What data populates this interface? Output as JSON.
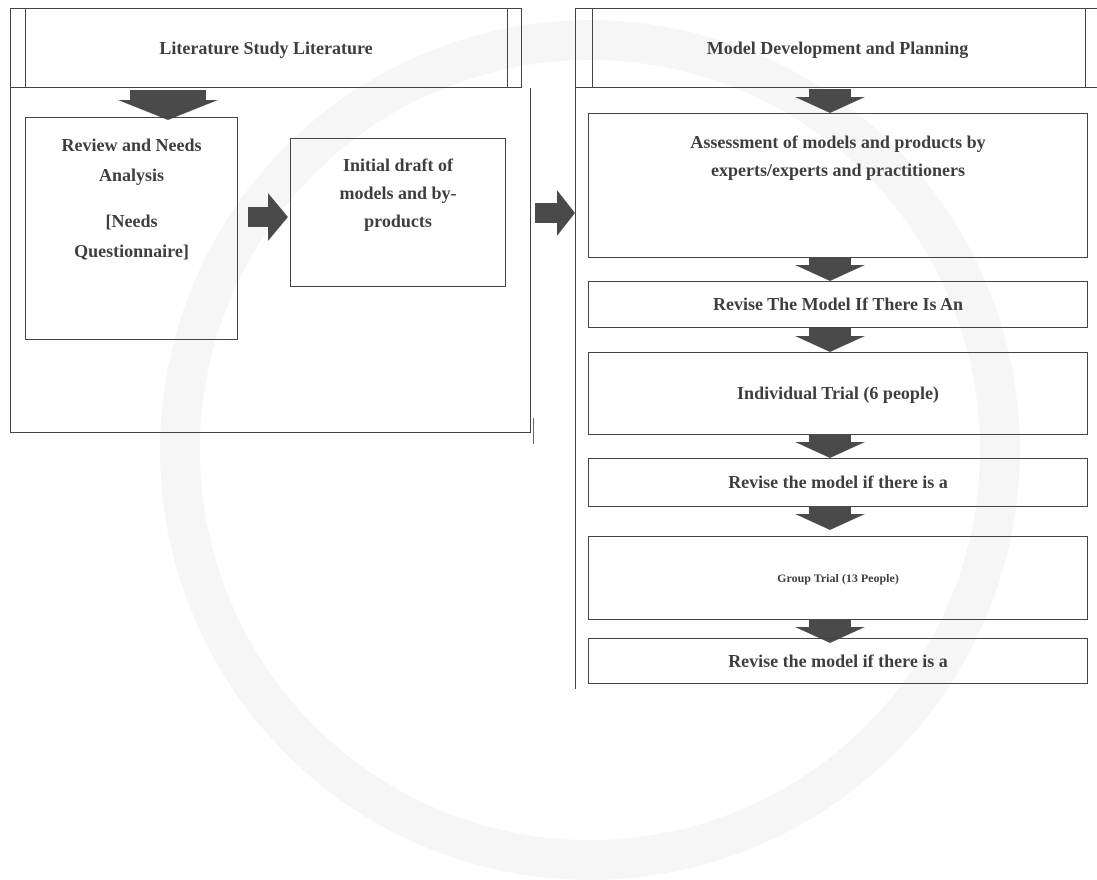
{
  "left_panel": {
    "header": "Literature Study Literature",
    "review_box": {
      "line1": "Review and Needs",
      "line2": "Analysis",
      "line3": "[Needs",
      "line4": "Questionnaire]"
    },
    "draft_box": {
      "line1": "Initial draft of",
      "line2": "models and by-",
      "line3": "products"
    }
  },
  "right_panel": {
    "header": "Model Development and Planning",
    "steps": [
      {
        "line1": "Assessment of models and products by",
        "line2": "experts/experts and practitioners"
      },
      {
        "line1": "Revise The Model If There Is An"
      },
      {
        "line1": "Individual Trial (6 people)"
      },
      {
        "line1": "Revise the model if there is a"
      },
      {
        "line1": "Group Trial (13 People)"
      },
      {
        "line1": "Revise the model if there is a"
      }
    ]
  },
  "colors": {
    "border": "#444444",
    "arrow": "#4a4a4a",
    "text": "#3e3e3e"
  }
}
